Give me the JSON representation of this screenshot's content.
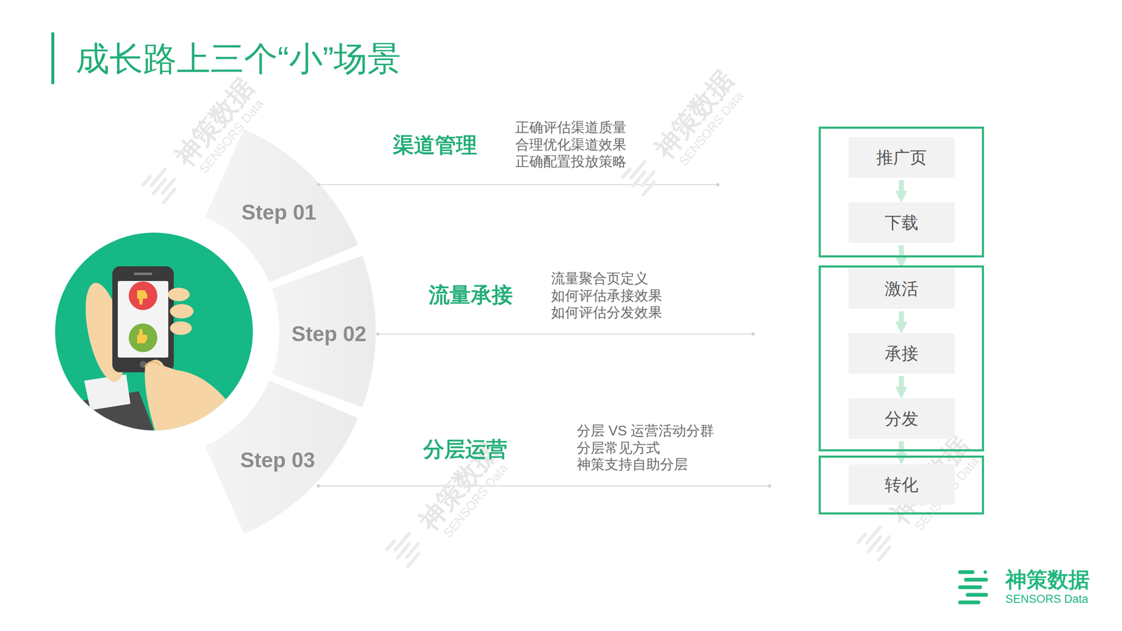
{
  "diagram": {
    "title": "成长路上三个“小”场景",
    "nodes": [
      {
        "text": [
          "Step 01"
        ]
      },
      {
        "text": [
          "Step 02"
        ]
      },
      {
        "text": [
          "Step 03"
        ]
      },
      {
        "text": []
      },
      {
        "text": [
          "推广页"
        ],
        "in": 3
      },
      {
        "text": [
          "下载"
        ],
        "in": 3
      },
      {
        "text": []
      },
      {
        "text": [
          "激活"
        ],
        "in": 6
      },
      {
        "text": [
          "承接"
        ],
        "in": 6
      },
      {
        "text": [
          "分发"
        ],
        "in": 6
      },
      {
        "text": []
      },
      {
        "text": [
          "转化"
        ],
        "in": 10
      }
    ],
    "edges": [
      {
        "from": 4,
        "to": 5,
        "arrow": "to"
      },
      {
        "from": 5,
        "to": 7,
        "arrow": "to"
      },
      {
        "from": 7,
        "to": 8,
        "arrow": "to"
      },
      {
        "from": 8,
        "to": 9,
        "arrow": "to"
      },
      {
        "from": 9,
        "to": 11,
        "arrow": "to"
      }
    ],
    "labels": [
      "渠道管理",
      "正确评估渠道质量",
      "合理优化渠道效果",
      "正确配置投放策略",
      "流量承接",
      "流量聚合页定义",
      "如何评估承接效果",
      "如何评估分发效果",
      "分层运营",
      "分层 VS 运营活动分群",
      "分层常见方式",
      "神策支持自助分层",
      "神策数据",
      "SENSORS Data",
      "神策数据",
      "SENSORS Data",
      "神策数据",
      "SENSORS Data",
      "神策数据",
      "SENSORS Data",
      "神策数据",
      "SENSORS Data"
    ]
  }
}
